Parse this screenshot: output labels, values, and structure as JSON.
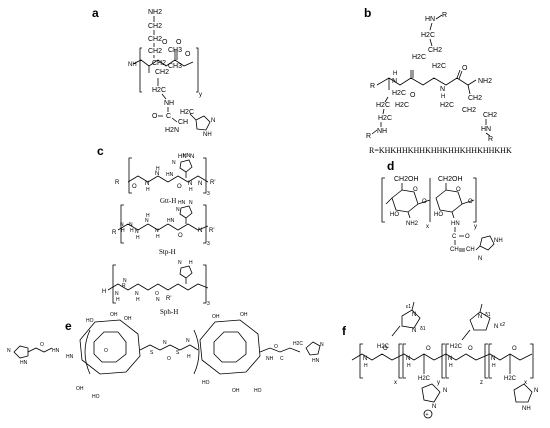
{
  "panels": {
    "a": {
      "letter": "a"
    },
    "b": {
      "letter": "b",
      "r_definition": "R=KHKHHKHHKHHKHHKHHKHHKHK"
    },
    "c": {
      "letter": "c",
      "captions": [
        "Gtt-H",
        "Stp-H",
        "Sph-H"
      ],
      "repeat": "3"
    },
    "d": {
      "letter": "d",
      "subscripts": [
        "x",
        "y"
      ]
    },
    "e": {
      "letter": "e"
    },
    "f": {
      "letter": "f",
      "subscripts": [
        "x",
        "y",
        "z",
        "x"
      ]
    }
  },
  "atoms": {
    "a": [
      "NH2",
      "CH2",
      "CH2",
      "CH2",
      "CH2",
      "CH3",
      "CH2",
      "CH3",
      "O",
      "O",
      "O",
      "NH",
      "y",
      "H2C",
      "NH",
      "C",
      "O",
      "H2N",
      "CH",
      "H2C",
      "NH",
      "N"
    ],
    "b": [
      "HN",
      "R",
      "H2C",
      "CH2",
      "H2C",
      "H2C",
      "O",
      "NH2",
      "R",
      "N",
      "H",
      "N",
      "H",
      "O",
      "H2C",
      "H2C",
      "H2C",
      "H2C",
      "CH2",
      "CH2",
      "CH2",
      "H2C",
      "R",
      "NH",
      "HN",
      "R"
    ],
    "c": [
      "HN",
      "N",
      "O",
      "N",
      "H",
      "N",
      "H",
      "R",
      "N",
      "H",
      "HN",
      "N",
      "HN",
      "O",
      "N",
      "R'",
      "N",
      "H",
      "N",
      "H",
      "HN",
      "N",
      "N",
      "H",
      "R",
      "N",
      "H",
      "O",
      "N",
      "R'",
      "N",
      "H",
      "HN",
      "N",
      "N",
      "H",
      "R",
      "N",
      "H",
      "N",
      "H",
      "N",
      "H",
      "O",
      "N",
      "R'"
    ],
    "d": [
      "CH2OH",
      "CH2OH",
      "O",
      "O",
      "O",
      "HO",
      "O",
      "HO",
      "NH2",
      "HN",
      "C",
      "O",
      "CH",
      "CH",
      "N",
      "NH"
    ],
    "e": [
      "N",
      "HN",
      "HN",
      "O",
      "HN",
      "OH",
      "HO",
      "OH",
      "OH",
      "HO",
      "O",
      "S",
      "S",
      "N",
      "O",
      "N",
      "H",
      "OH",
      "OH",
      "HO",
      "OH",
      "HO",
      "H2C",
      "C",
      "O",
      "NH",
      "N",
      "HN"
    ],
    "f": [
      "N",
      "ε1",
      "δ1",
      "N",
      "H2C",
      "N",
      "H",
      "O",
      "N",
      "H",
      "O",
      "N",
      "H",
      "O",
      "N",
      "H",
      "O",
      "N",
      "δ1",
      "N",
      "ε2",
      "H2C",
      "H2C",
      "H2C",
      "N",
      "N",
      "+",
      "N",
      "NH"
    ]
  }
}
